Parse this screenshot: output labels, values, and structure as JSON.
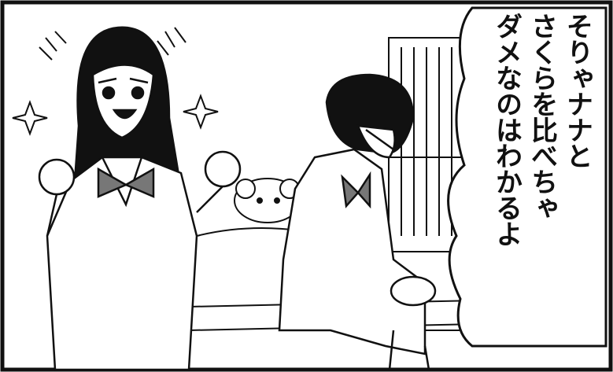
{
  "speech_bubble": {
    "columns": [
      "そりゃナナと",
      "さくらを比べちゃ",
      "ダメなのはわかるよ"
    ]
  },
  "colors": {
    "ink": "#111111",
    "paper": "#ffffff",
    "tone": "#f2f2f2"
  }
}
